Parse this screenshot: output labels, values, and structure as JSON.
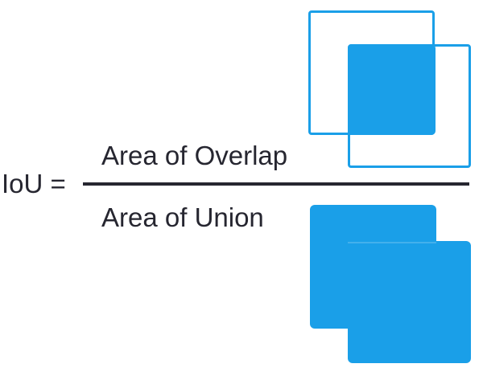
{
  "formula": {
    "lhs": "IoU =",
    "numerator": "Area of Overlap",
    "denominator": "Area of Union"
  },
  "colors": {
    "accent_blue": "#1A9FE8",
    "text_dark": "#262630",
    "background": "#FFFFFF"
  },
  "illustrations": {
    "overlap": {
      "description": "two outlined squares with their intersection region filled solid blue"
    },
    "union": {
      "description": "two solid blue squares merged into one union shape"
    }
  }
}
